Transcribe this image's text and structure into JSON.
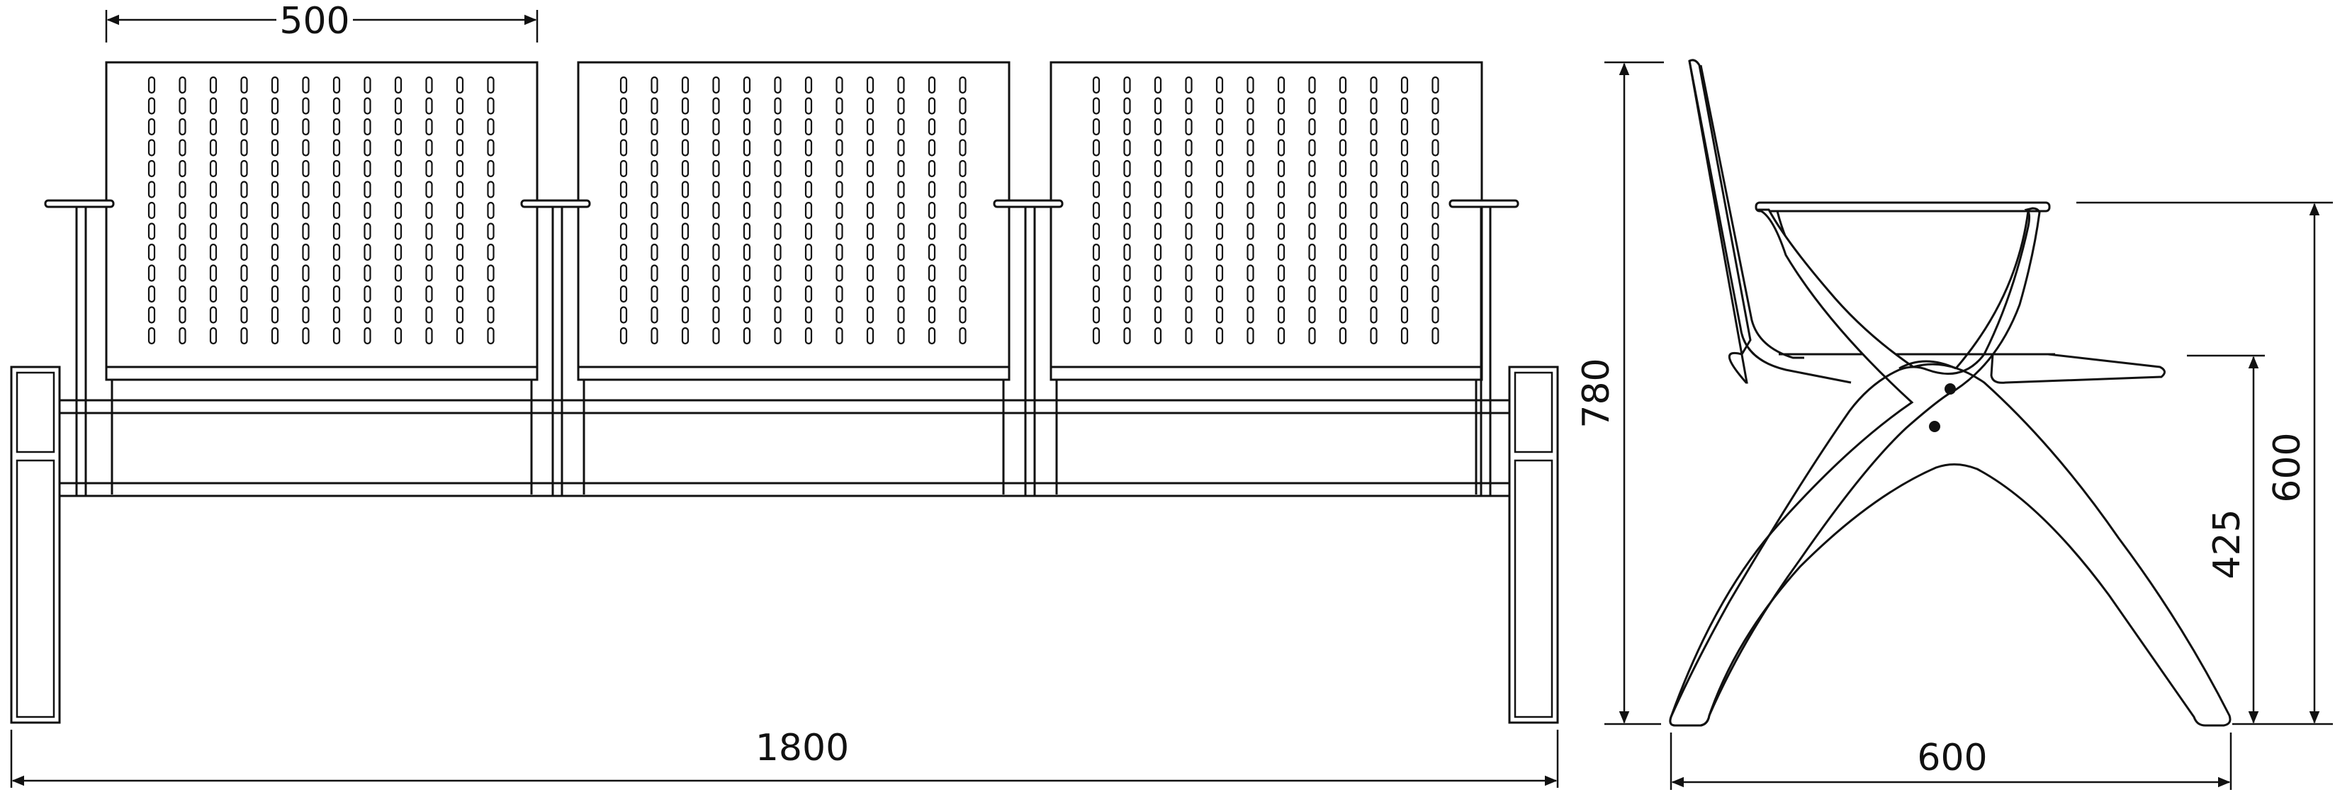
{
  "dimensions": {
    "seat_width": "500",
    "total_length": "1800",
    "total_height": "780",
    "armrest_height": "600",
    "seat_height": "425",
    "depth": "600"
  },
  "colors": {
    "line": "#111111",
    "background": "#ffffff"
  }
}
